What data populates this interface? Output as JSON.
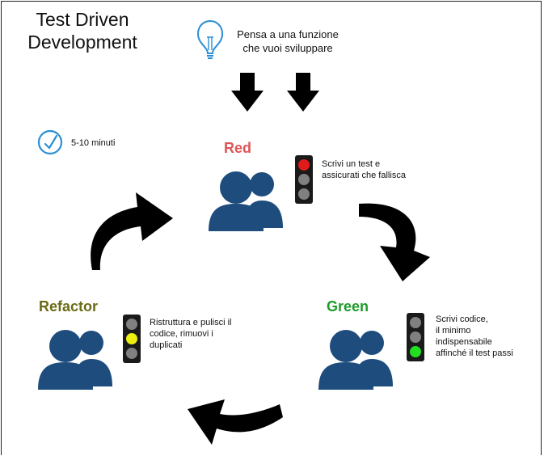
{
  "title": {
    "line1": "Test Driven",
    "line2": "Development"
  },
  "think": {
    "line1": "Pensa a una funzione",
    "line2": "che vuoi sviluppare",
    "icon": "lightbulb-icon"
  },
  "time": {
    "label": "5-10 minuti",
    "icon": "clock-icon"
  },
  "phases": {
    "red": {
      "label": "Red",
      "color": "#e05456",
      "desc": [
        "Scrivi un test e",
        "assicurati che fallisca"
      ],
      "active_light": "top",
      "active_color": "#e11b1b"
    },
    "green": {
      "label": "Green",
      "color": "#1e9a2a",
      "desc": [
        "Scrivi codice,",
        "il minimo",
        "indispensabile",
        "affinché il test passi"
      ],
      "active_light": "bottom",
      "active_color": "#22dd22"
    },
    "refactor": {
      "label": "Refactor",
      "color": "#6b6b16",
      "desc": [
        "Ristruttura e pulisci il",
        "codice, rimuovi i",
        "duplicati"
      ],
      "active_light": "middle",
      "active_color": "#eeee11"
    }
  },
  "colors": {
    "person": "#1d4c7d",
    "icon_blue": "#2a8fd4",
    "arrow": "#000000"
  }
}
